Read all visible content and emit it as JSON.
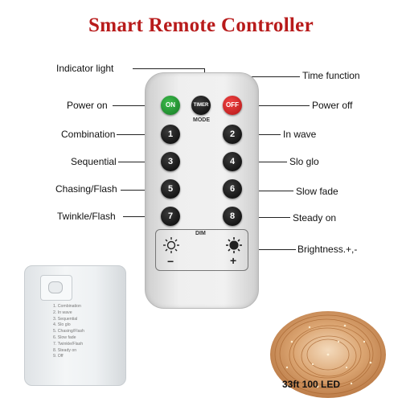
{
  "title": "Smart Remote Controller",
  "labels": {
    "indicator_light": "Indicator light",
    "time_function": "Time function",
    "power_on": "Power on",
    "power_off": "Power off",
    "combination": "Combination",
    "in_wave": "In wave",
    "sequential": "Sequential",
    "slo_glo": "Slo glo",
    "chasing_flash": "Chasing/Flash",
    "slow_fade": "Slow fade",
    "twinkle_flash": "Twinkle/Flash",
    "steady_on": "Steady on",
    "brightness": "Brightness.+,-"
  },
  "remote": {
    "on_label": "ON",
    "timer_label": "TIMER",
    "off_label": "OFF",
    "mode_label": "MODE",
    "dim_label": "DIM",
    "minus_label": "−",
    "plus_label": "+",
    "buttons": [
      "1",
      "2",
      "3",
      "4",
      "5",
      "6",
      "7",
      "8"
    ],
    "colors": {
      "on": "#2a9a38",
      "off": "#d42a2a",
      "title": "#b81b1b"
    }
  },
  "battery_box": {
    "modes": [
      "1. Combination",
      "2. In wave",
      "3. Sequential",
      "4. Slo glo",
      "5. Chasing/Flash",
      "6. Slow fade",
      "7. Twinkle/Flash",
      "8. Steady on",
      "9. Off"
    ]
  },
  "spec": "33ft 100 LED"
}
